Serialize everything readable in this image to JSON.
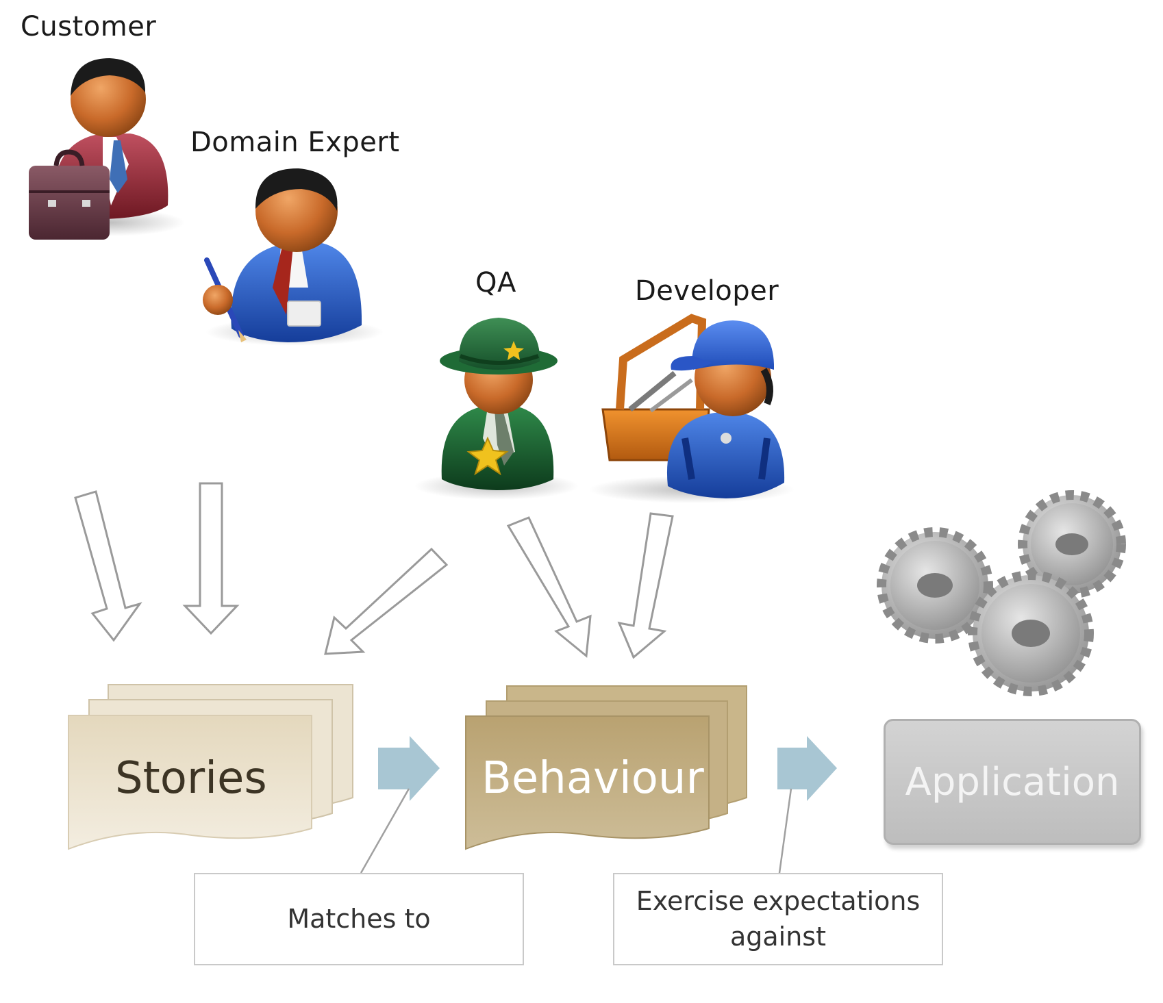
{
  "roles": {
    "customer": "Customer",
    "domain_expert": "Domain Expert",
    "qa": "QA",
    "developer": "Developer"
  },
  "documents": {
    "stories": "Stories",
    "behaviour": "Behaviour",
    "application": "Application"
  },
  "notes": {
    "matches_to": "Matches to",
    "exercise_line1": "Exercise expectations",
    "exercise_line2": "against"
  },
  "colors": {
    "stories_fill": "#e9dfc9",
    "behaviour_fill": "#c2ae80",
    "application_fill": "#c6c6c6",
    "flow_arrow": "#a8c6d3",
    "outline_arrow": "#9a9a9a"
  }
}
